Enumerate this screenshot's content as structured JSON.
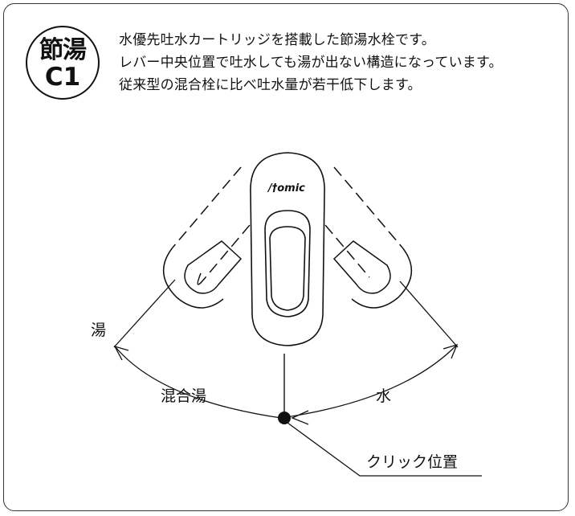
{
  "badge": {
    "line1": "節湯",
    "line2": "C1"
  },
  "description": [
    "水優先吐水カートリッジを搭載した節湯水栓です。",
    "レバー中央位置で吐水しても湯が出ない構造になっています。",
    "従来型の混合栓に比べ吐水量が若干低下します。"
  ],
  "diagram": {
    "brand_logo": "/†omic",
    "hot_label": "湯",
    "mixed_label": "混合湯",
    "water_label": "水",
    "click_label": "クリック位置"
  }
}
